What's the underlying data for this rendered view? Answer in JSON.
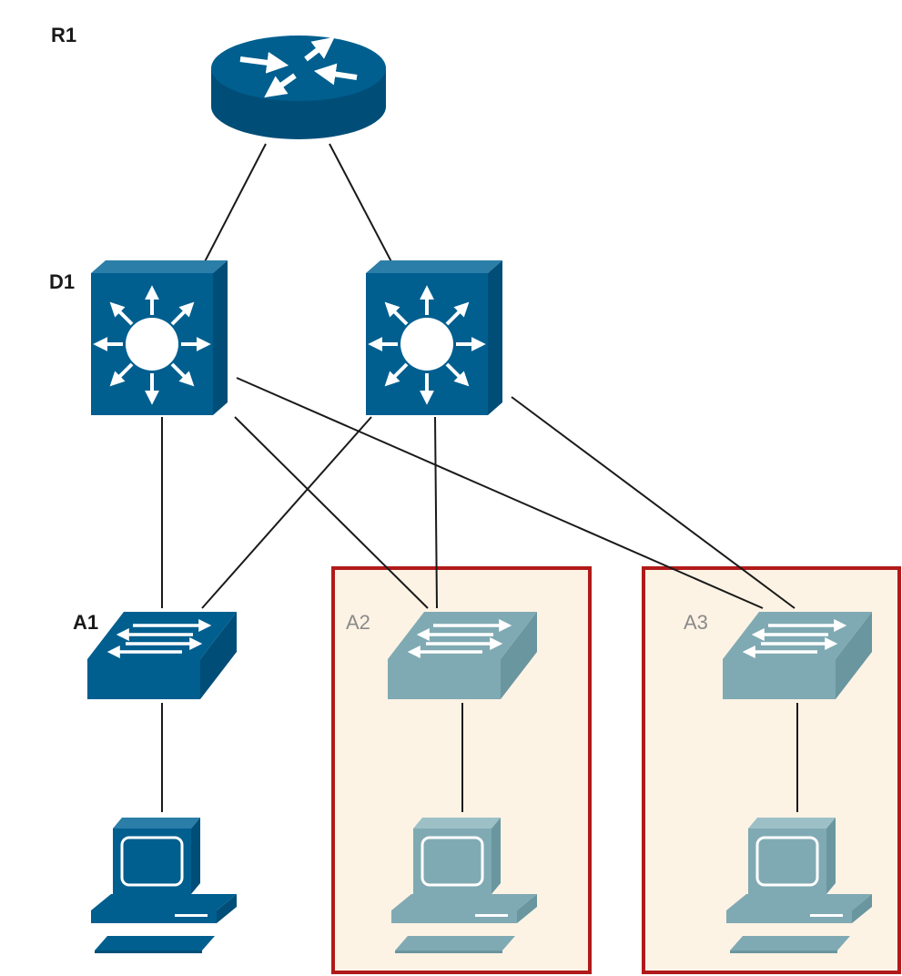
{
  "labels": {
    "r1": "R1",
    "d1": "D1",
    "a1": "A1",
    "a2": "A2",
    "a3": "A3"
  },
  "colors": {
    "device": "#005f8f",
    "device_dark": "#004e78",
    "device_light": "#2b7ea8",
    "faded": "#80aab3",
    "faded_dark": "#6a969f",
    "faded_light": "#9dc0c7",
    "highlight_fill": "#fdf3e5",
    "highlight_border": "#b11a1a",
    "link": "#1a1a1a"
  },
  "icons": {
    "router": "router-icon",
    "multilayer_switch": "multilayer-switch-icon",
    "switch": "switch-icon",
    "workstation": "workstation-icon"
  }
}
